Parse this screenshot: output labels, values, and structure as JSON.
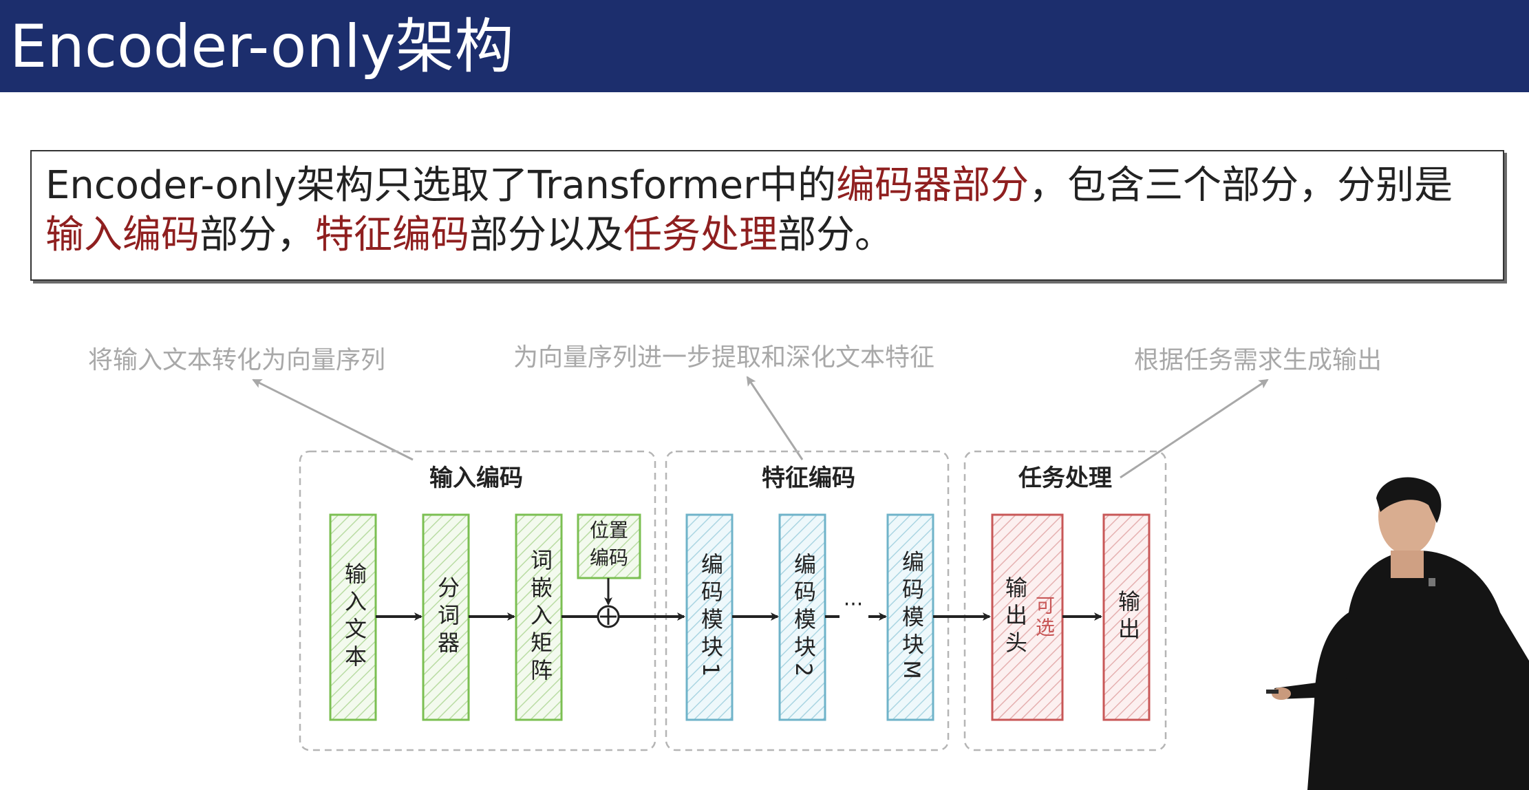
{
  "header": {
    "title": "Encoder-only架构"
  },
  "summary": {
    "parts": [
      {
        "text": "Encoder-only架构只选取了Transformer中的",
        "highlight": false
      },
      {
        "text": "编码器部分",
        "highlight": true
      },
      {
        "text": "，包含三个部分，分别是",
        "highlight": false
      },
      {
        "text": "输入编码",
        "highlight": true
      },
      {
        "text": "部分，",
        "highlight": false
      },
      {
        "text": "特征编码",
        "highlight": true
      },
      {
        "text": "部分以及",
        "highlight": false
      },
      {
        "text": "任务处理",
        "highlight": true
      },
      {
        "text": "部分。",
        "highlight": false
      }
    ]
  },
  "annotations": {
    "input": "将输入文本转化为向量序列",
    "feature": "为向量序列进一步提取和深化文本特征",
    "task": "根据任务需求生成输出"
  },
  "sections": {
    "input_title": "输入编码",
    "feature_title": "特征编码",
    "task_title": "任务处理"
  },
  "blocks": {
    "input_text": "输入文本",
    "tokenizer": "分词器",
    "embedding": "词嵌入矩阵",
    "position": "位置编码",
    "module1": "编码模块1",
    "module2": "编码模块2",
    "moduleM": "编码模块M",
    "output_head": "输出头",
    "optional": "可选",
    "output": "输出",
    "ellipsis": "···"
  },
  "colors": {
    "header_bg": "#1c2e6d",
    "highlight": "#8f1f1f",
    "green": "#7bbf52",
    "blue": "#6fb3c9",
    "red": "#c85757",
    "annotation": "#a8a8a8"
  }
}
